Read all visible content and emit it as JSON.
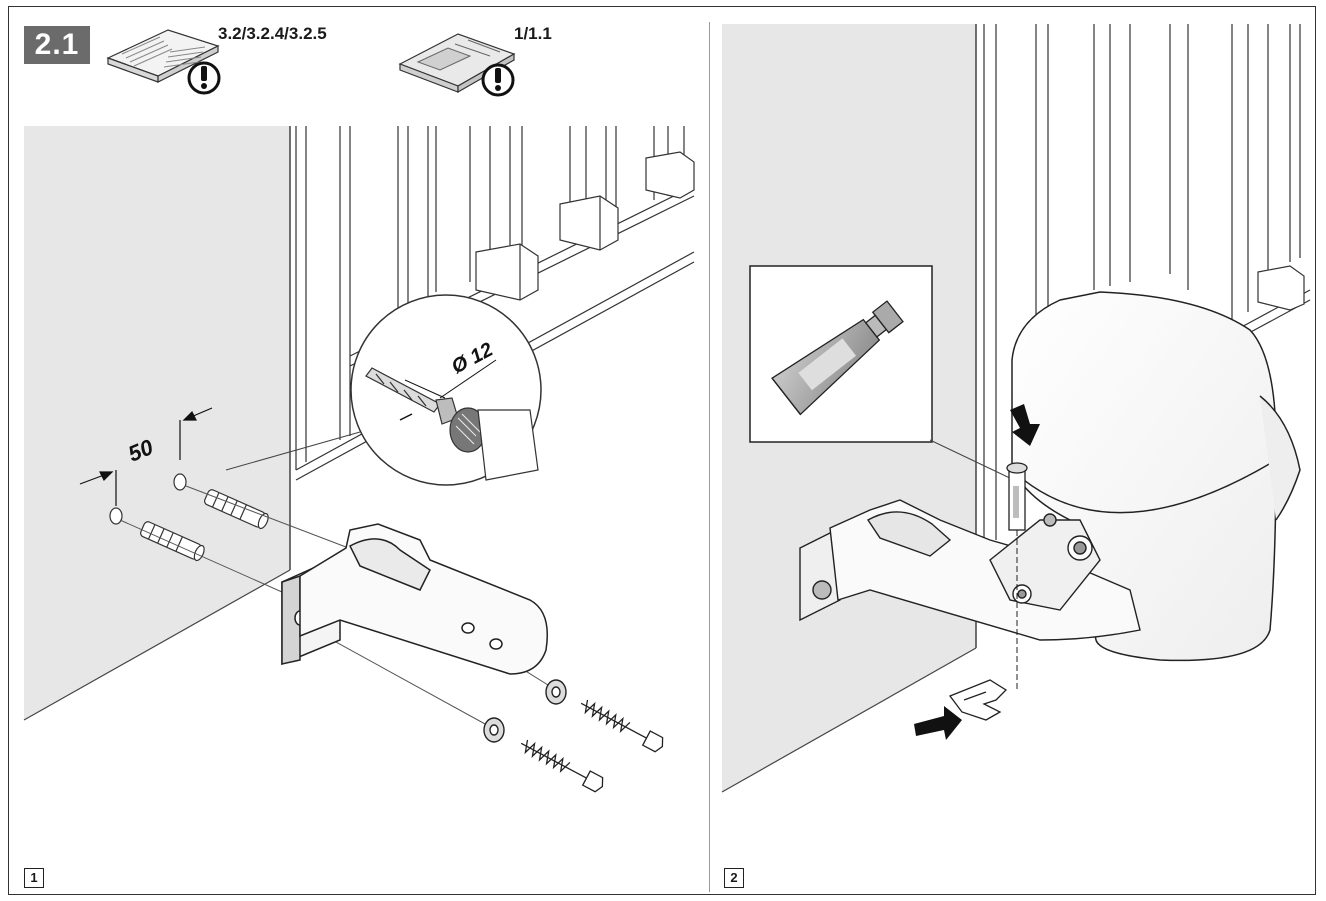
{
  "step": {
    "number": "2.1"
  },
  "references": {
    "manual_ref": "3.2/3.2.4/3.2.5",
    "drawing_ref": "1/1.1"
  },
  "panel1": {
    "number": "1",
    "spacing_dim": "50",
    "drill_dim": "Ø 12"
  },
  "panel2": {
    "number": "2"
  }
}
